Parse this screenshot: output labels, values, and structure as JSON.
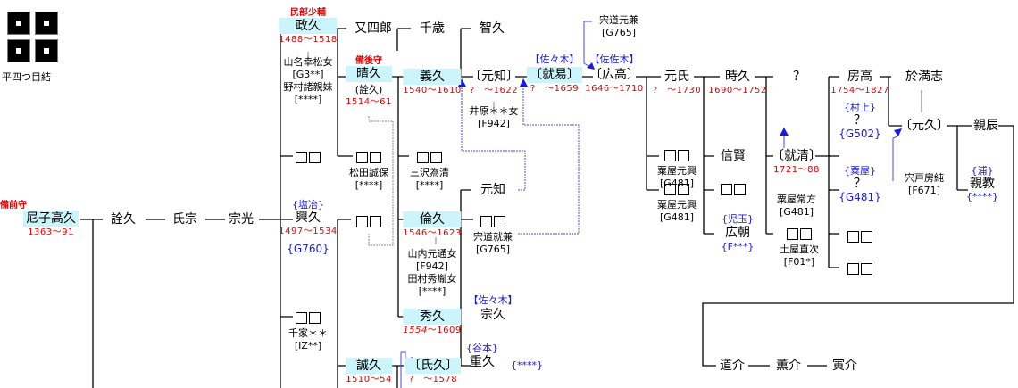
{
  "crest": {
    "name": "平四つ目結"
  },
  "nodes": {
    "takahisa": {
      "title": "備前守",
      "name": "尼子高久",
      "dates": "1363～91"
    },
    "norihisa": {
      "name": "詮久"
    },
    "ujimune": {
      "name": "氏宗"
    },
    "munemitsu": {
      "name": "宗光"
    },
    "masahisa": {
      "title": "民部少輔",
      "name": "政久",
      "dates": "1488～1518",
      "spouse1": "山名幸松女",
      "spouse1_code": "[G3**]",
      "spouse2": "野村諸親妹",
      "spouse2_code": "[****]"
    },
    "matashiro": {
      "name": "又四郎"
    },
    "chitose": {
      "name": "千歳"
    },
    "tomohisa": {
      "name": "智久"
    },
    "haruhisa": {
      "title": "備後守",
      "name": "晴久",
      "alt": "(詮久)",
      "dates": "1514～61"
    },
    "yoshihisa": {
      "name": "義久",
      "dates": "1540～1610"
    },
    "mototomo": {
      "name": "〔元知〕",
      "dates": "?　～1622",
      "spouse": "井原＊＊女",
      "spouse_code": "[F942]"
    },
    "nariyasu": {
      "clan": "【佐々木】",
      "name": "〔就易〕",
      "dates": "?　～1659"
    },
    "hirotaka": {
      "clan": "【佐佐木】",
      "name": "〔広高〕",
      "dates": "1646～1710",
      "adopted_from": "宍道元兼",
      "adopted_code": "[G765]"
    },
    "motouji": {
      "name": "元氏",
      "dates": "?　～1730"
    },
    "tokihisa": {
      "name": "時久",
      "dates": "1690～1752"
    },
    "unknown1": {
      "name": "？"
    },
    "fusataka": {
      "name": "房高",
      "dates": "1754～1827"
    },
    "omanshi": {
      "name": "於満志"
    },
    "unk_m1": {
      "spouse": "粟屋元興",
      "spouse_code": "[G481]"
    },
    "unk_m2": {
      "spouse": "粟屋元興",
      "spouse_code": "[G481]"
    },
    "nobukata": {
      "name": "信賢"
    },
    "narikiyo": {
      "name": "〔就清〕",
      "dates": "1721～88",
      "adopted_from": "粟屋常方",
      "adopted_code": "[G481]"
    },
    "unknown2": {
      "clan": "{村上}",
      "name": "？",
      "code": "{G502}"
    },
    "motohisa": {
      "name": "〔元久〕",
      "adopted_from": "宍戸房純",
      "adopted_code": "[F671]"
    },
    "chikatatsu": {
      "name": "親辰"
    },
    "unknown3": {
      "clan": "{粟屋}",
      "name": "？",
      "code": "{G481}"
    },
    "chikanori": {
      "clan": "{浦}",
      "name": "親教",
      "code": "{****}"
    },
    "unk_t1": {},
    "hirotomo": {
      "clan": "{児玉}",
      "name": "広朝",
      "code": "{F***}"
    },
    "unk_n1": {
      "spouse": "土屋直次",
      "spouse_code": "[F01*]"
    },
    "unk_f1": {},
    "unk_f2": {},
    "unk_a": {},
    "unk_b": {
      "spouse": "松田誠保",
      "spouse_code": "[****]"
    },
    "unk_c": {
      "spouse": "三沢為清",
      "spouse_code": "[****]"
    },
    "okihisa": {
      "clan": "{塩冶}",
      "name": "興久",
      "dates": "1497～1534",
      "code": "{G760}"
    },
    "unk_d": {},
    "tomohisa2": {
      "name": "倫久",
      "dates": "1546～1623",
      "spouse1": "山内元通女",
      "spouse1_code": "[F942]",
      "spouse2": "田村秀胤女",
      "spouse2_code": "[****]"
    },
    "mototomo2": {
      "name": "元知"
    },
    "unk_e": {
      "spouse": "宍道就兼",
      "spouse_code": "[G765]"
    },
    "hidehisa": {
      "name": "秀久",
      "dates_a": "1554",
      "dates_b": "～1609"
    },
    "munehisa": {
      "clan": "【佐々木】",
      "name": "宗久"
    },
    "shigehisa": {
      "clan": "{谷本}",
      "name": "重久",
      "code": "{****}"
    },
    "unk_g": {
      "spouse": "千家＊＊",
      "spouse_code": "[IZ**]"
    },
    "sanehisa": {
      "name": "誠久",
      "dates": "1510～54"
    },
    "ujihisa": {
      "name": "〔氏久〕",
      "dates": "?　～1578"
    },
    "dosuke": {
      "name": "道介"
    },
    "kunsuke": {
      "name": "薫介"
    },
    "torasuke": {
      "name": "寅介"
    }
  }
}
